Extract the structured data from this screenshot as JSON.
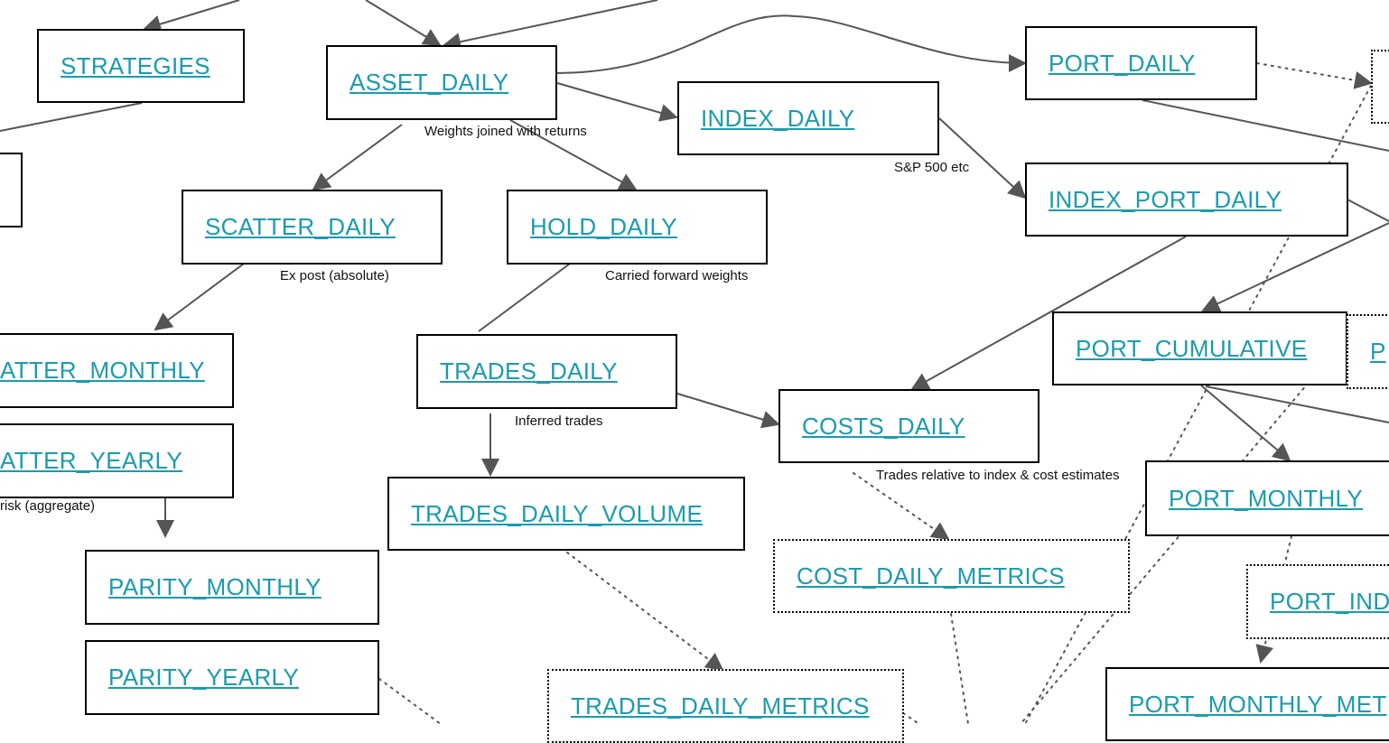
{
  "nodes": {
    "strategies": "STRATEGIES",
    "asset_daily": "ASSET_DAILY",
    "index_daily": "INDEX_DAILY",
    "port_daily": "PORT_DAILY",
    "index_port_daily": "INDEX_PORT_DAILY",
    "scatter_daily": "SCATTER_DAILY",
    "hold_daily": "HOLD_DAILY",
    "scatter_monthly": "ATTER_MONTHLY",
    "trades_daily": "TRADES_DAILY",
    "port_cumulative": "PORT_CUMULATIVE",
    "costs_daily": "COSTS_DAILY",
    "scatter_yearly": "ATTER_YEARLY",
    "trades_daily_volume": "TRADES_DAILY_VOLUME",
    "port_monthly": "PORT_MONTHLY",
    "cost_daily_metrics": "COST_DAILY_METRICS",
    "parity_monthly": "PARITY_MONTHLY",
    "port_ind": "PORT_IND",
    "parity_yearly": "PARITY_YEARLY",
    "port_monthly_met": "PORT_MONTHLY_MET",
    "trades_daily_metrics": "TRADES_DAILY_METRICS",
    "port_clip": "P"
  },
  "notes": {
    "weights_joined": "Weights joined with returns",
    "sp500": "S&P 500 etc",
    "ex_post": "Ex post (absolute)",
    "carried_forward": "Carried forward weights",
    "inferred_trades": "Inferred trades",
    "trades_relative": "Trades relative to index & cost estimates",
    "risk_aggregate": "risk (aggregate)"
  },
  "colors": {
    "link": "#1a9cad",
    "edge": "#555555",
    "border": "#000000"
  }
}
